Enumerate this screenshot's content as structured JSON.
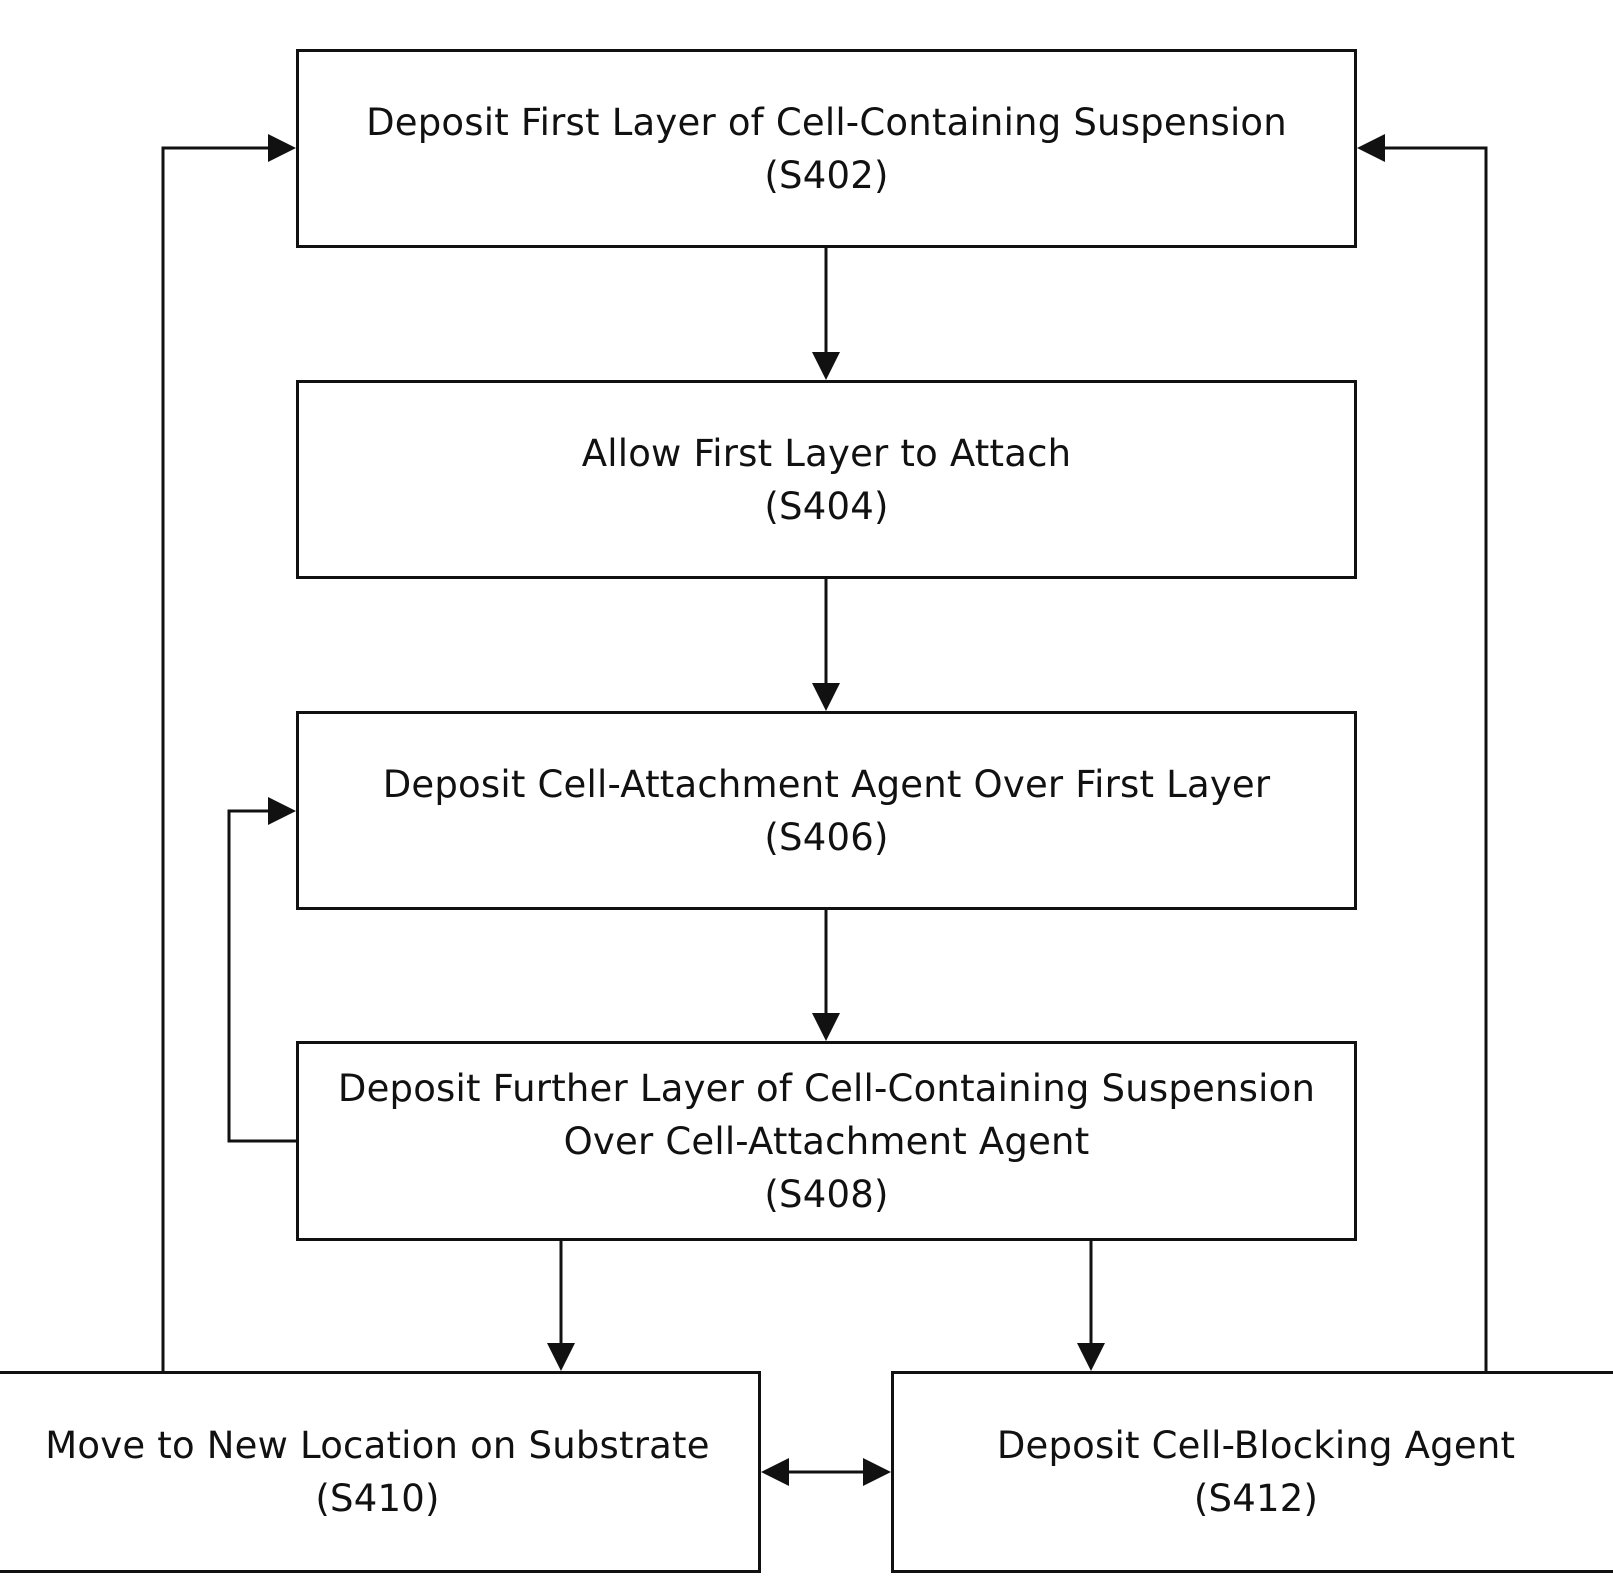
{
  "diagram": {
    "steps": {
      "s402": {
        "title": "Deposit First Layer of Cell-Containing Suspension",
        "code": "(S402)"
      },
      "s404": {
        "title": "Allow First Layer to Attach",
        "code": "(S404)"
      },
      "s406": {
        "title": "Deposit Cell-Attachment Agent Over First Layer",
        "code": "(S406)"
      },
      "s408": {
        "title_line1": "Deposit Further Layer of Cell-Containing Suspension",
        "title_line2": "Over Cell-Attachment Agent",
        "code": "(S408)"
      },
      "s410": {
        "title": "Move to New Location on Substrate",
        "code": "(S410)"
      },
      "s412": {
        "title": "Deposit Cell-Blocking Agent",
        "code": "(S412)"
      }
    },
    "connections": [
      {
        "from": "S402",
        "to": "S404"
      },
      {
        "from": "S404",
        "to": "S406"
      },
      {
        "from": "S406",
        "to": "S408"
      },
      {
        "from": "S408",
        "to": "S406"
      },
      {
        "from": "S408",
        "to": "S410"
      },
      {
        "from": "S408",
        "to": "S412"
      },
      {
        "from": "S410",
        "to": "S412",
        "bidirectional": true
      },
      {
        "from": "S410",
        "to": "S402"
      },
      {
        "from": "S412",
        "to": "S402"
      }
    ]
  }
}
